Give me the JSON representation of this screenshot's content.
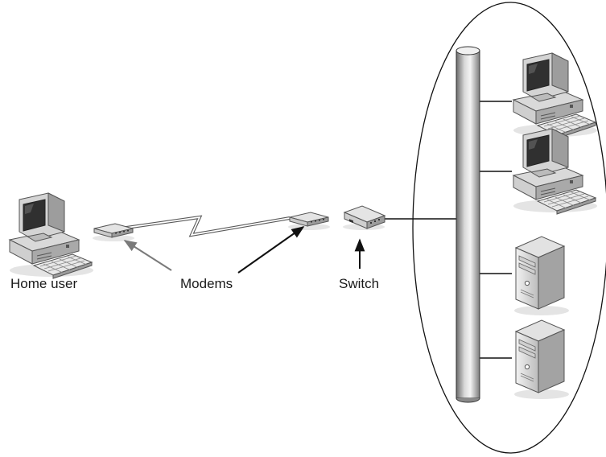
{
  "labels": {
    "home_user": "Home user",
    "modems": "Modems",
    "switch": "Switch"
  },
  "colors": {
    "line": "#111111",
    "arrow_gray": "#7a7a7a",
    "device_light": "#e6e6e6",
    "device_mid": "#b5b5b5",
    "device_dark": "#6e6e6e",
    "screen": "#2f2f2f"
  },
  "nodes": [
    {
      "id": "home-pc",
      "icon": "desktop-computer-icon"
    },
    {
      "id": "modem-left",
      "icon": "modem-icon"
    },
    {
      "id": "modem-right",
      "icon": "modem-icon"
    },
    {
      "id": "switch",
      "icon": "switch-icon"
    },
    {
      "id": "lan-pc-1",
      "icon": "desktop-computer-icon"
    },
    {
      "id": "lan-pc-2",
      "icon": "desktop-computer-icon"
    },
    {
      "id": "server-1",
      "icon": "server-tower-icon"
    },
    {
      "id": "server-2",
      "icon": "server-tower-icon"
    }
  ]
}
